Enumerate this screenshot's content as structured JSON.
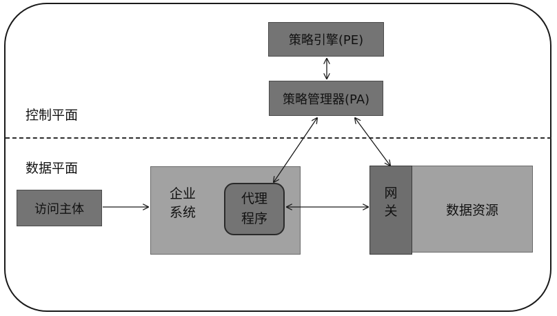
{
  "control_plane": {
    "label": "控制平面",
    "policy_engine": "策略引擎(PE)",
    "policy_administrator": "策略管理器(PA)"
  },
  "data_plane": {
    "label": "数据平面",
    "subject": "访问主体",
    "enterprise_system_line1": "企业",
    "enterprise_system_line2": "系统",
    "agent_line1": "代理",
    "agent_line2": "程序",
    "gateway_char1": "网",
    "gateway_char2": "关",
    "data_resource": "数据资源"
  },
  "colors": {
    "dark_box": "#747474",
    "light_box": "#a2a2a2",
    "gateway": "#6e6e6e",
    "line": "#1a1a1a"
  }
}
